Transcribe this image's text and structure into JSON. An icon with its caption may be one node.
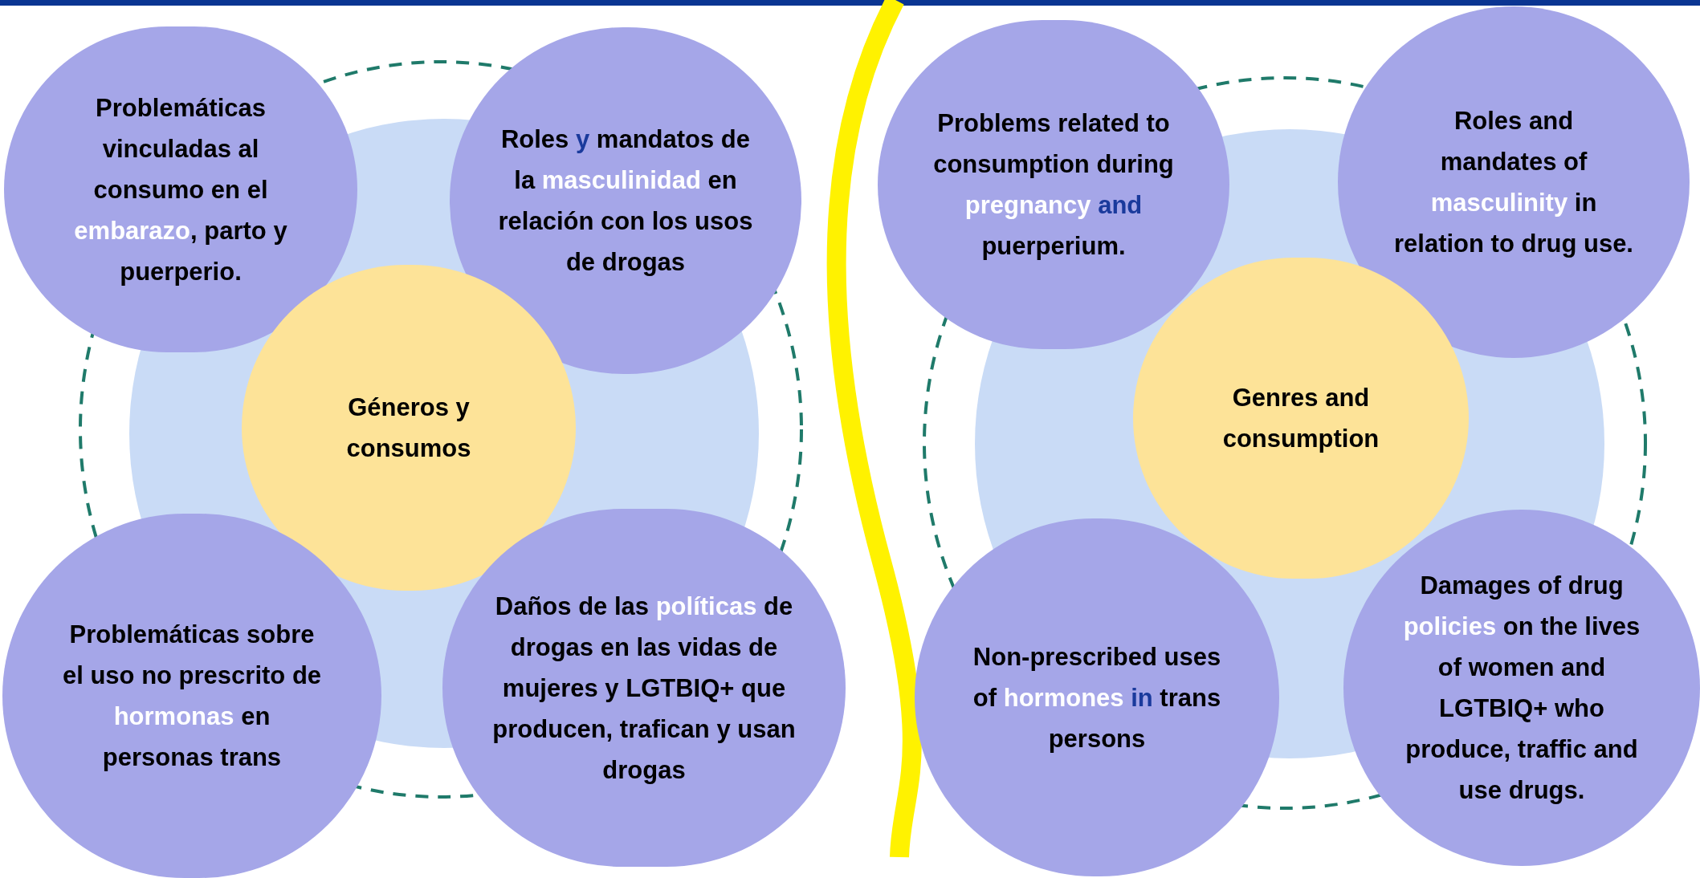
{
  "diagram": {
    "nodes": [
      {
        "text": [
          "Problemáticas vinculadas al consumo en el **embarazo**, parto y puerperio."
        ]
      },
      {
        "text": [
          "Roles *y* mandatos de la **masculinidad** en relación con los usos de drogas"
        ]
      },
      {
        "text": [
          "Géneros y consumos"
        ]
      },
      {
        "text": [
          "Problemáticas sobre el uso no prescrito de **hormonas** en personas trans"
        ]
      },
      {
        "text": [
          "Daños de las **políticas** de drogas en las vidas de mujeres y LGTBIQ+ que producen, trafican y usan drogas"
        ]
      },
      {
        "text": [
          "Problems related to consumption during **pregnancy** *and* puerperium."
        ]
      },
      {
        "text": [
          "Roles and mandates of **masculinity** in relation to drug use."
        ]
      },
      {
        "text": [
          "Genres and consumption"
        ]
      },
      {
        "text": [
          "Non-prescribed uses of **hormones** *in* trans persons"
        ]
      },
      {
        "text": [
          "Damages of drug **policies** on the lives of women and LGTBIQ+ who produce, traffic and use drugs."
        ]
      }
    ]
  }
}
